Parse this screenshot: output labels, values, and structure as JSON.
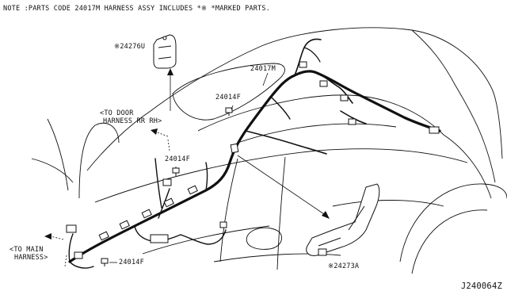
{
  "note": "NOTE :PARTS CODE 24017M HARNESS ASSY INCLUDES *※ *MARKED PARTS.",
  "labels": {
    "part_24276u": "※24276U",
    "part_24017m": "24017M",
    "part_24014f_top": "24014F",
    "part_24014f_mid": "24014F",
    "part_24014f_bottom": "24014F",
    "part_24273a": "※24273A",
    "door_harness_line1": "<TO DOOR",
    "door_harness_line2": "HARNESS RR RH>",
    "main_harness_line1": "<TO MAIN",
    "main_harness_line2": "HARNESS>"
  },
  "diagram_id": "J240064Z",
  "colors": {
    "line": "#111111",
    "background": "#ffffff"
  },
  "icons": [
    "arrow-icon",
    "clip-icon",
    "connector-icon"
  ]
}
